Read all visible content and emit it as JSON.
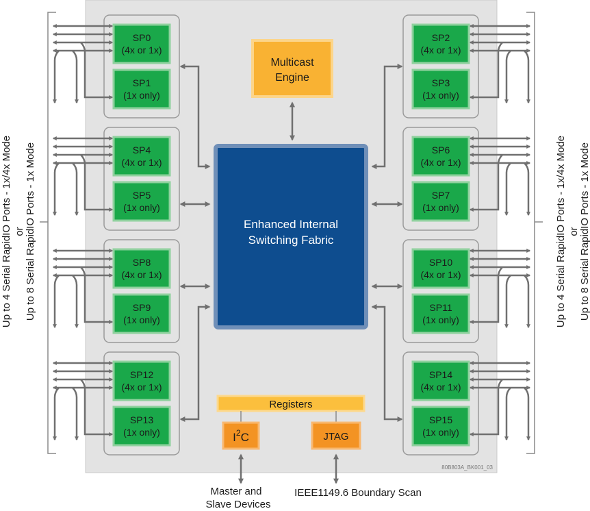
{
  "side_labels": {
    "line1": "Up to 4 Serial RapidIO Ports - 1x/4x Mode",
    "line2": "or",
    "line3": "Up to 8 Serial RapidIO Ports - 1x Mode"
  },
  "port_groups": [
    {
      "side": "left",
      "ports": [
        {
          "name": "SP0",
          "mode": "(4x or 1x)"
        },
        {
          "name": "SP1",
          "mode": "(1x only)"
        }
      ]
    },
    {
      "side": "left",
      "ports": [
        {
          "name": "SP4",
          "mode": "(4x or 1x)"
        },
        {
          "name": "SP5",
          "mode": "(1x only)"
        }
      ]
    },
    {
      "side": "left",
      "ports": [
        {
          "name": "SP8",
          "mode": "(4x or 1x)"
        },
        {
          "name": "SP9",
          "mode": "(1x only)"
        }
      ]
    },
    {
      "side": "left",
      "ports": [
        {
          "name": "SP12",
          "mode": "(4x or 1x)"
        },
        {
          "name": "SP13",
          "mode": "(1x only)"
        }
      ]
    },
    {
      "side": "right",
      "ports": [
        {
          "name": "SP2",
          "mode": "(4x or 1x)"
        },
        {
          "name": "SP3",
          "mode": "(1x only)"
        }
      ]
    },
    {
      "side": "right",
      "ports": [
        {
          "name": "SP6",
          "mode": "(4x or 1x)"
        },
        {
          "name": "SP7",
          "mode": "(1x only)"
        }
      ]
    },
    {
      "side": "right",
      "ports": [
        {
          "name": "SP10",
          "mode": "(4x or 1x)"
        },
        {
          "name": "SP11",
          "mode": "(1x only)"
        }
      ]
    },
    {
      "side": "right",
      "ports": [
        {
          "name": "SP14",
          "mode": "(4x or 1x)"
        },
        {
          "name": "SP15",
          "mode": "(1x only)"
        }
      ]
    }
  ],
  "multicast": {
    "line1": "Multicast",
    "line2": "Engine"
  },
  "fabric": {
    "line1": "Enhanced Internal",
    "line2": "Switching Fabric"
  },
  "registers": "Registers",
  "i2c": {
    "base": "I",
    "sup": "2",
    "tail": "C"
  },
  "jtag": "JTAG",
  "bottom": {
    "master_line1": "Master and",
    "master_line2": "Slave Devices",
    "boundary": "IEEE1149.6 Boundary Scan"
  },
  "figure_id": "80B803A_BK001_03",
  "colors": {
    "chip_bg": "#e3e3e3",
    "chip_border": "#c8c8c8",
    "port_green": "#1aa84a",
    "port_border": "#8fd19e",
    "group_border": "#9a9a9a",
    "fabric_fill": "#0e4d8f",
    "fabric_border": "#6f8fb8",
    "multicast_fill": "#f9b233",
    "registers_fill": "#fbbf3d",
    "small_block_fill": "#f39323",
    "arrow": "#707070"
  }
}
